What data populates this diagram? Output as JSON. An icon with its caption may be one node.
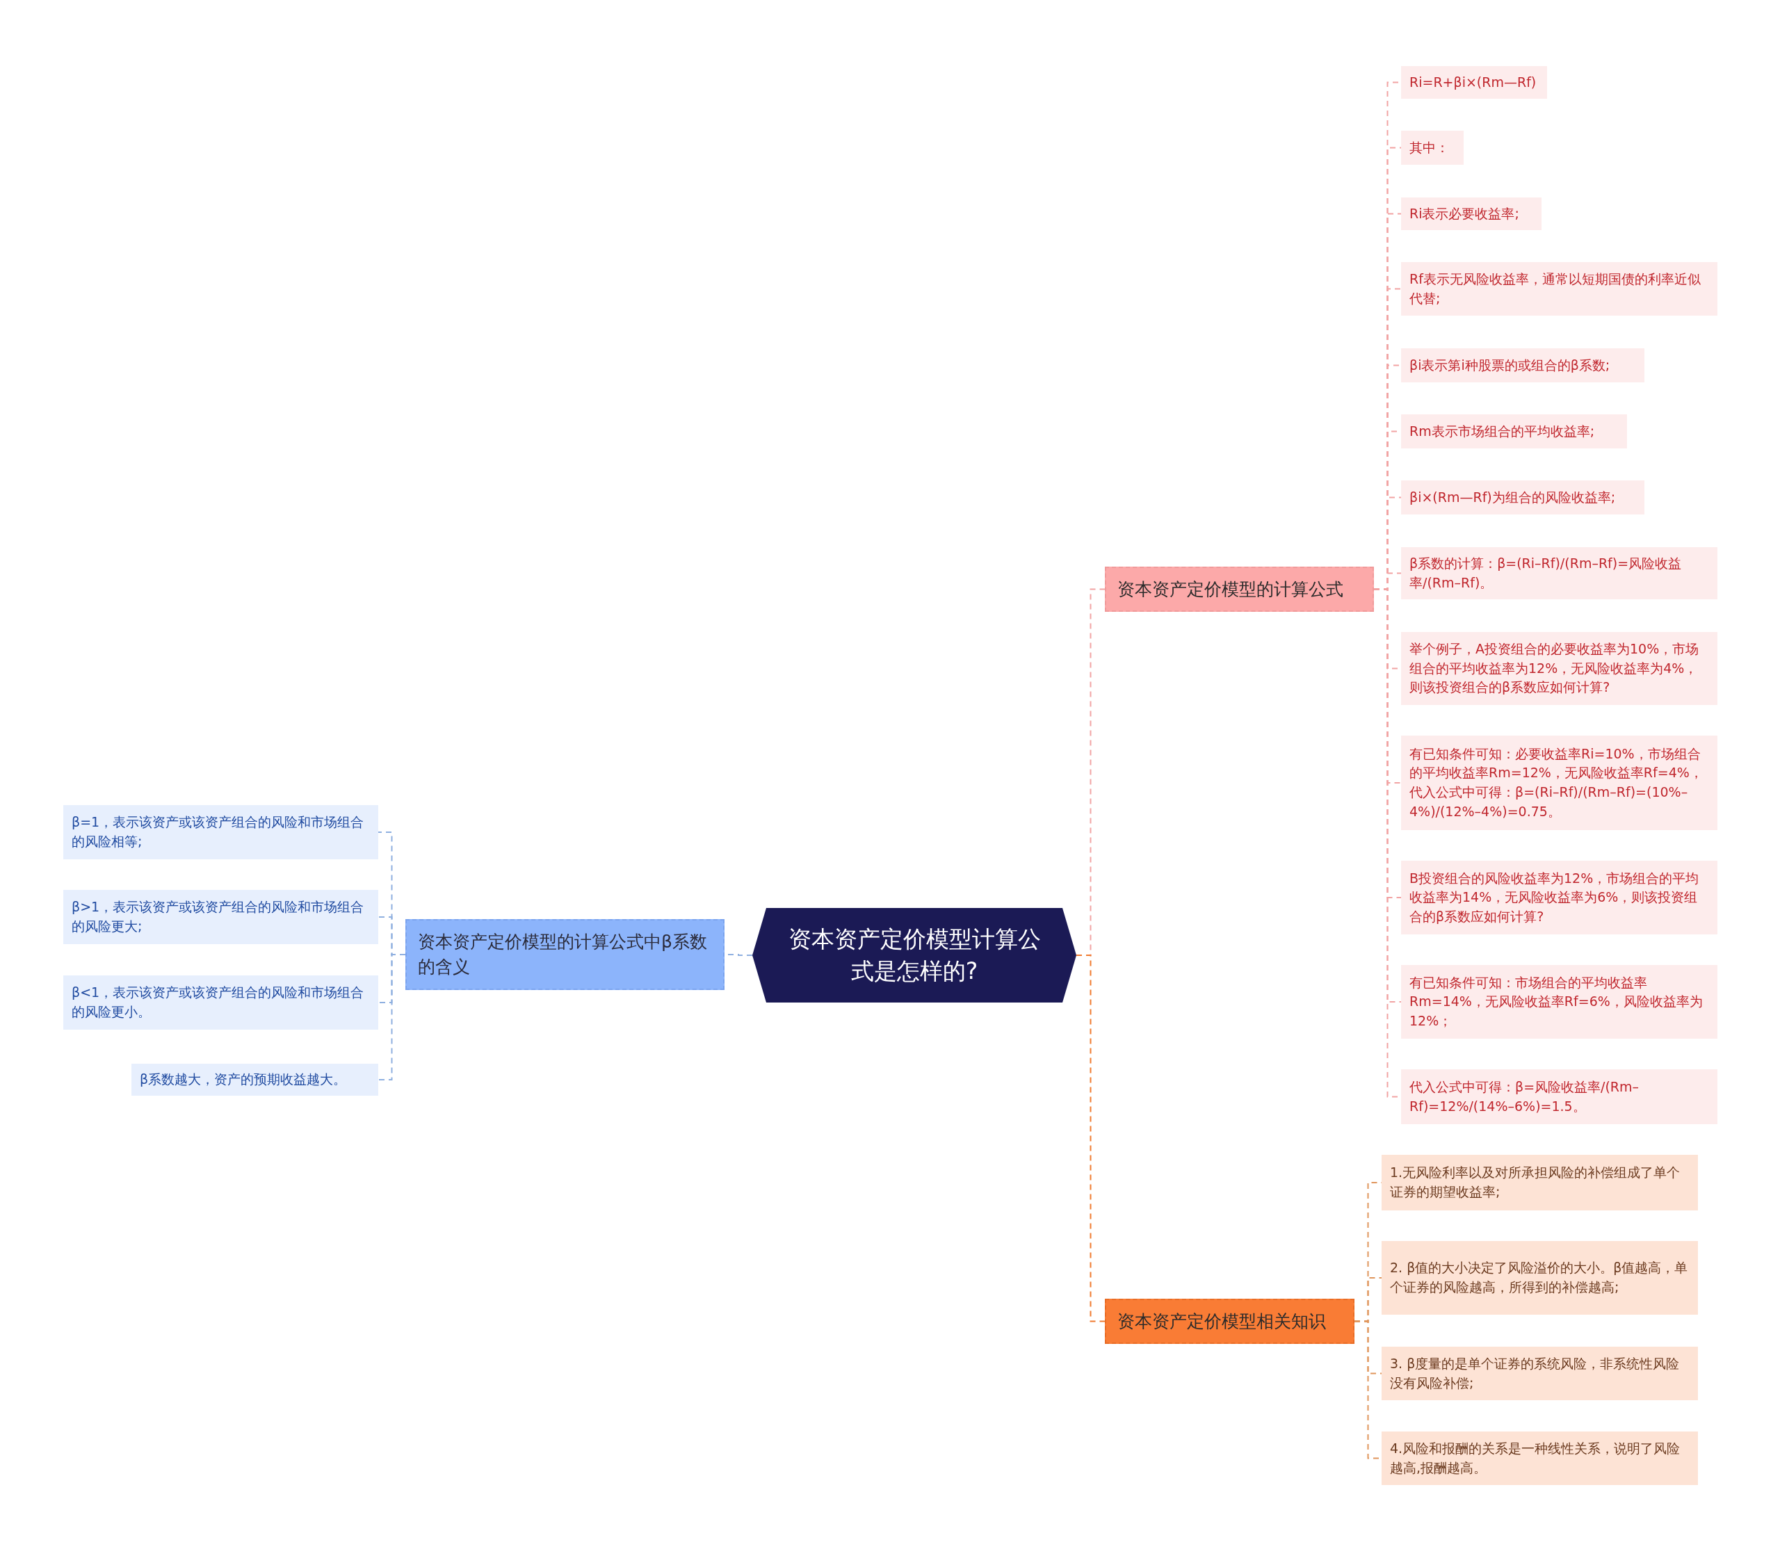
{
  "diagram": {
    "nodes": [
      {
        "text": [
          "资本资产定价模型计算公式是怎样的?"
        ]
      },
      {
        "text": [
          "资本资产定价模型的计算公式中β系数的含义"
        ]
      },
      {
        "text": [
          "β=1，表示该资产或该资产组合的风险和市场组合的风险相等;"
        ]
      },
      {
        "text": [
          "β>1，表示该资产或该资产组合的风险和市场组合的风险更大;"
        ]
      },
      {
        "text": [
          "β<1，表示该资产或该资产组合的风险和市场组合的风险更小。"
        ]
      },
      {
        "text": [
          "β系数越大，资产的预期收益越大。"
        ]
      },
      {
        "text": [
          "资本资产定价模型的计算公式"
        ]
      },
      {
        "text": [
          "Ri=R+βi×(Rm—Rf)"
        ]
      },
      {
        "text": [
          "其中："
        ]
      },
      {
        "text": [
          "Ri表示必要收益率;"
        ]
      },
      {
        "text": [
          "Rf表示无风险收益率，通常以短期国债的利率近似代替;"
        ]
      },
      {
        "text": [
          "βi表示第i种股票的或组合的β系数;"
        ]
      },
      {
        "text": [
          "Rm表示市场组合的平均收益率;"
        ]
      },
      {
        "text": [
          "βi×(Rm—Rf)为组合的风险收益率;"
        ]
      },
      {
        "text": [
          "β系数的计算：β=(Ri–Rf)/(Rm–Rf)=风险收益率/(Rm–Rf)。"
        ]
      },
      {
        "text": [
          "举个例子，A投资组合的必要收益率为10%，市场组合的平均收益率为12%，无风险收益率为4%，则该投资组合的β系数应如何计算?"
        ]
      },
      {
        "text": [
          "有已知条件可知：必要收益率Ri=10%，市场组合的平均收益率Rm=12%，无风险收益率Rf=4%，代入公式中可得：β=(Ri–Rf)/(Rm–Rf)=(10%–4%)/(12%–4%)=0.75。"
        ]
      },
      {
        "text": [
          "B投资组合的风险收益率为12%，市场组合的平均收益率为14%，无风险收益率为6%，则该投资组合的β系数应如何计算?"
        ]
      },
      {
        "text": [
          "有已知条件可知：市场组合的平均收益率Rm=14%，无风险收益率Rf=6%，风险收益率为12%；"
        ]
      },
      {
        "text": [
          "代入公式中可得：β=风险收益率/(Rm–Rf)=12%/(14%–6%)=1.5。"
        ]
      },
      {
        "text": [
          "资本资产定价模型相关知识"
        ]
      },
      {
        "text": [
          "1.无风险利率以及对所承担风险的补偿组成了单个证券的期望收益率;"
        ]
      },
      {
        "text": [
          "2. β值的大小决定了风险溢价的大小。β值越高，单个证券的风险越高，所得到的补偿越高;"
        ]
      },
      {
        "text": [
          "3. β度量的是单个证券的系统风险，非系统性风险没有风险补偿;"
        ]
      },
      {
        "text": [
          "4.风险和报酬的关系是一种线性关系，说明了风险越高,报酬越高。"
        ]
      }
    ],
    "edges": [
      {
        "from": 0,
        "to": 1,
        "arrow": "none",
        "style": "dashed",
        "color": "#8fb0e0"
      },
      {
        "from": 1,
        "to": 2,
        "arrow": "none",
        "style": "dashed",
        "color": "#8fb0e0"
      },
      {
        "from": 1,
        "to": 3,
        "arrow": "none",
        "style": "dashed",
        "color": "#8fb0e0"
      },
      {
        "from": 1,
        "to": 4,
        "arrow": "none",
        "style": "dashed",
        "color": "#8fb0e0"
      },
      {
        "from": 1,
        "to": 5,
        "arrow": "none",
        "style": "dashed",
        "color": "#8fb0e0"
      },
      {
        "from": 0,
        "to": 6,
        "arrow": "none",
        "style": "dashed"
      },
      {
        "from": 6,
        "to": 7,
        "arrow": "none",
        "style": "dashed"
      },
      {
        "from": 6,
        "to": 8,
        "arrow": "none",
        "style": "dashed"
      },
      {
        "from": 6,
        "to": 9,
        "arrow": "none",
        "style": "dashed"
      },
      {
        "from": 6,
        "to": 10,
        "arrow": "none",
        "style": "dashed"
      },
      {
        "from": 6,
        "to": 11,
        "arrow": "none",
        "style": "dashed"
      },
      {
        "from": 6,
        "to": 12,
        "arrow": "none",
        "style": "dashed"
      },
      {
        "from": 6,
        "to": 13,
        "arrow": "none",
        "style": "dashed"
      },
      {
        "from": 6,
        "to": 14,
        "arrow": "none",
        "style": "dashed"
      },
      {
        "from": 6,
        "to": 15,
        "arrow": "none",
        "style": "dashed"
      },
      {
        "from": 6,
        "to": 16,
        "arrow": "none",
        "style": "dashed"
      },
      {
        "from": 6,
        "to": 17,
        "arrow": "none",
        "style": "dashed"
      },
      {
        "from": 6,
        "to": 18,
        "arrow": "none",
        "style": "dashed"
      },
      {
        "from": 6,
        "to": 19,
        "arrow": "none",
        "style": "dashed"
      },
      {
        "from": 0,
        "to": 20,
        "arrow": "none",
        "style": "dashed",
        "color": "#f07a2f"
      },
      {
        "from": 20,
        "to": 21,
        "arrow": "none",
        "style": "dashed",
        "color": "#e0955c"
      },
      {
        "from": 20,
        "to": 22,
        "arrow": "none",
        "style": "dashed",
        "color": "#e0955c"
      },
      {
        "from": 20,
        "to": 23,
        "arrow": "none",
        "style": "dashed",
        "color": "#e0955c"
      },
      {
        "from": 20,
        "to": 24,
        "arrow": "none",
        "style": "dashed",
        "color": "#e0955c"
      }
    ]
  }
}
